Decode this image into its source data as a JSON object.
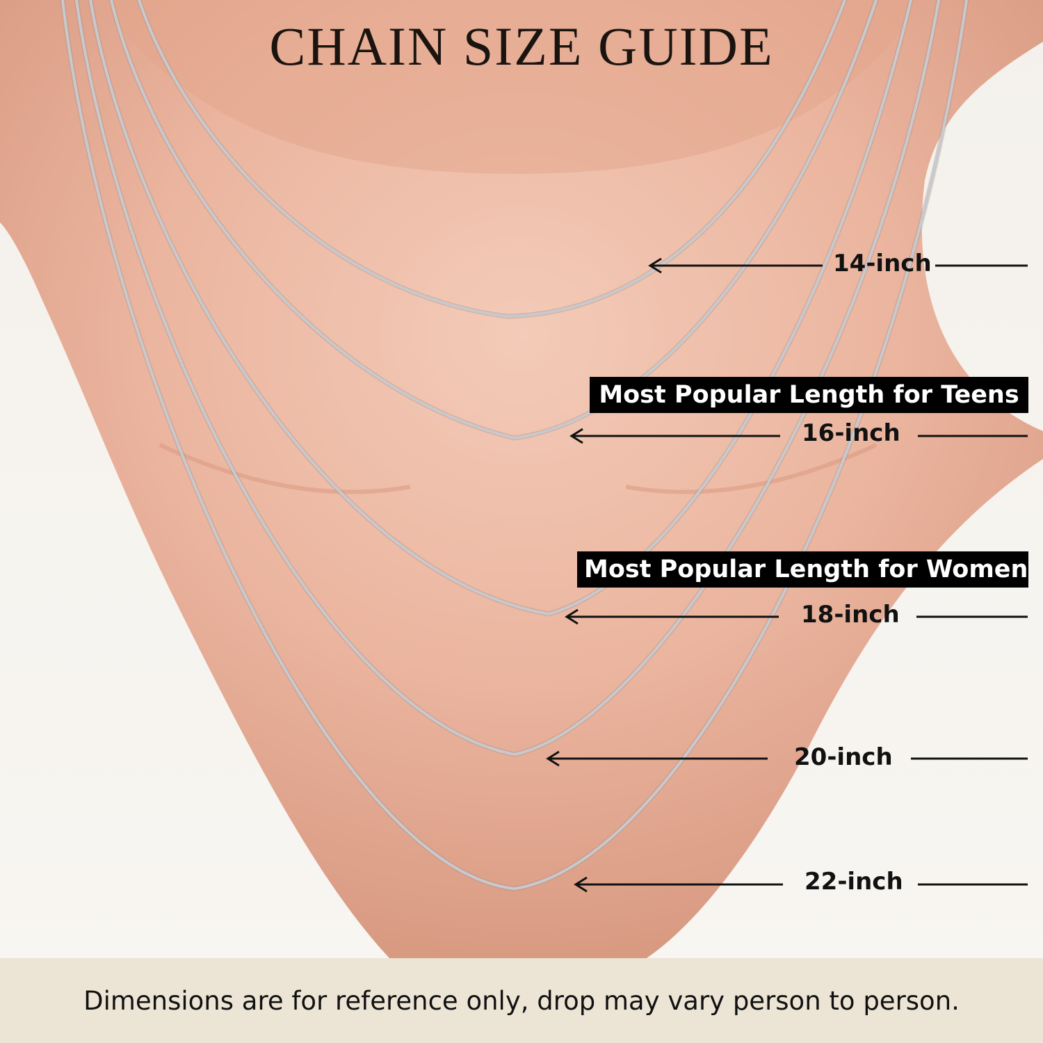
{
  "title": "CHAIN SIZE GUIDE",
  "lengths": [
    {
      "label": "14-inch",
      "badge": ""
    },
    {
      "label": "16-inch",
      "badge": "Most Popular Length for Teens"
    },
    {
      "label": "18-inch",
      "badge": "Most Popular Length for Women"
    },
    {
      "label": "20-inch",
      "badge": ""
    },
    {
      "label": "22-inch",
      "badge": ""
    }
  ],
  "footer": {
    "note": "Dimensions are for reference only, drop may vary person to person."
  },
  "colors": {
    "background": "#f6f3ee",
    "skin": "#ecb8a3",
    "chain": "#c9c9cd",
    "badge_bg": "#000000",
    "footer_bg": "#ece5d6"
  }
}
